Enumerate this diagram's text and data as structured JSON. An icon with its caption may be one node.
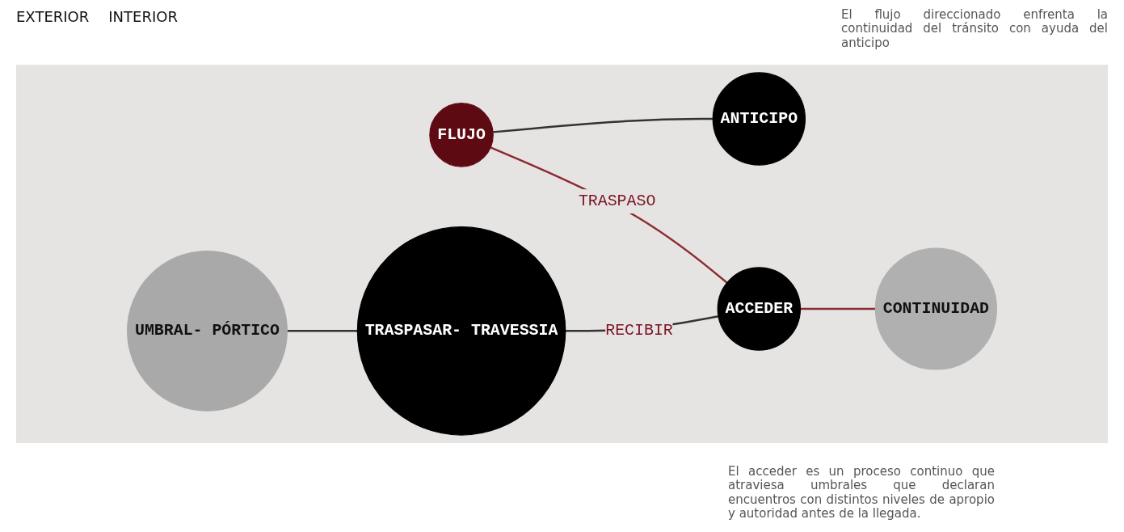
{
  "diagram": {
    "nodes": [
      {
        "text": [
          "FLUJO"
        ]
      },
      {
        "text": [
          "ANTICIPO"
        ]
      },
      {
        "text": [
          "UMBRAL- PÓRTICO"
        ]
      },
      {
        "text": [
          "TRASPASAR- TRAVESSIA"
        ]
      },
      {
        "text": [
          "ACCEDER"
        ]
      },
      {
        "text": [
          "CONTINUIDAD"
        ]
      }
    ],
    "edges": [
      {
        "from": 0,
        "to": 1,
        "arrow": "none"
      },
      {
        "from": 2,
        "to": 3,
        "arrow": "none"
      },
      {
        "from": 3,
        "to": 4,
        "arrow": "none",
        "label": "RECIBIR"
      },
      {
        "from": 0,
        "to": 4,
        "arrow": "none",
        "label": "TRASPASO",
        "color": "#8b2a33"
      },
      {
        "from": 4,
        "to": 5,
        "arrow": "none",
        "color": "#8b2a33"
      }
    ],
    "labels": [
      "EXTERIOR",
      "INTERIOR",
      "El flujo direccionado enfrenta la continuidad del tránsito con ayuda del anticipo",
      "El acceder es un proceso continuo que atraviesa umbrales que declaran encuentros con distintos niveles de apropio y autoridad antes de la llegada."
    ]
  }
}
